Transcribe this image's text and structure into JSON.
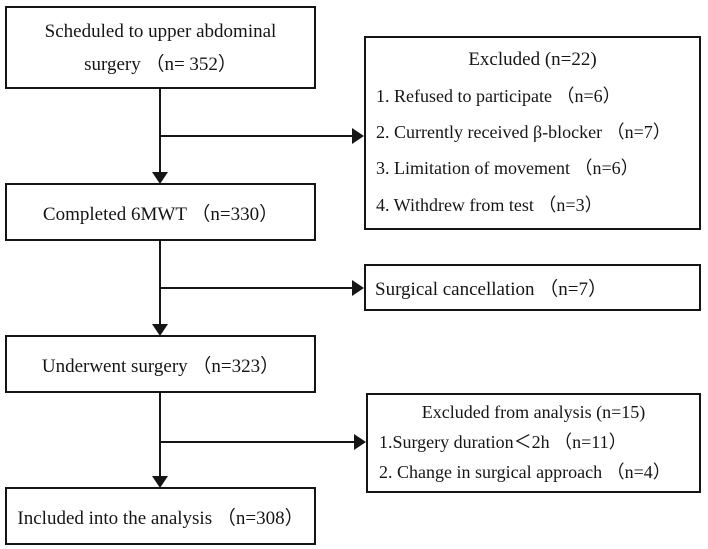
{
  "flowchart": {
    "main_boxes": {
      "scheduled": {
        "line1": "Scheduled to upper abdominal",
        "line2": "surgery （n= 352）"
      },
      "completed": {
        "label": "Completed 6MWT （n=330）"
      },
      "underwent": {
        "label": "Underwent surgery （n=323）"
      },
      "included": {
        "label": "Included into the analysis （n=308）"
      }
    },
    "side_boxes": {
      "excluded": {
        "title": "Excluded (n=22)",
        "items": [
          "1. Refused to participate （n=6）",
          "2. Currently received β-blocker （n=7）",
          "3. Limitation of movement （n=6）",
          "4. Withdrew from test （n=3）"
        ]
      },
      "cancellation": {
        "label": "Surgical cancellation （n=7）"
      },
      "excluded_analysis": {
        "title": "Excluded from analysis (n=15)",
        "items": [
          "1.Surgery duration＜2h （n=11）",
          "2. Change in surgical approach （n=4）"
        ]
      }
    },
    "colors": {
      "border": "#151515",
      "text": "#151515",
      "background": "#ffffff"
    }
  }
}
